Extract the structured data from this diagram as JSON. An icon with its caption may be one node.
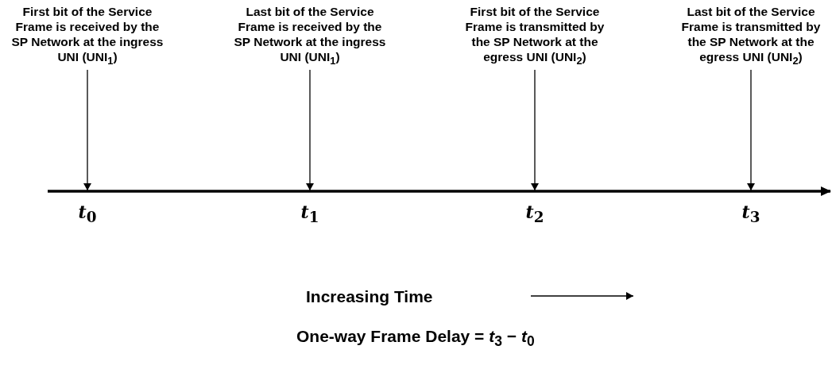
{
  "diagram": {
    "nodes": [
      {
        "text": [
          "First bit of the Service Frame is received by the SP Network at the ingress UNI (UNI$_{1}$)"
        ]
      },
      {
        "text": [
          "Last bit of the Service Frame is received by the SP Network at the ingress UNI (UNI$_{1}$)"
        ]
      },
      {
        "text": [
          "First bit of the Service Frame is transmitted by the SP Network at the egress UNI (UNI$_{2}$)"
        ]
      },
      {
        "text": [
          "Last bit of the Service Frame is transmitted by the SP Network at the egress UNI (UNI$_{2}$)"
        ]
      }
    ],
    "edges": [
      {
        "from": 0,
        "to": null,
        "arrow": "to"
      },
      {
        "from": 1,
        "to": null,
        "arrow": "to"
      },
      {
        "from": 2,
        "to": null,
        "arrow": "to"
      },
      {
        "from": 3,
        "to": null,
        "arrow": "to"
      }
    ],
    "labels": [
      "*t*$_{0}$",
      "*t*$_{1}$",
      "*t*$_{2}$",
      "*t*$_{3}$",
      "Increasing Time",
      "One-way Frame Delay = *t*$_{3}$ − *t*$_{0}$"
    ]
  }
}
